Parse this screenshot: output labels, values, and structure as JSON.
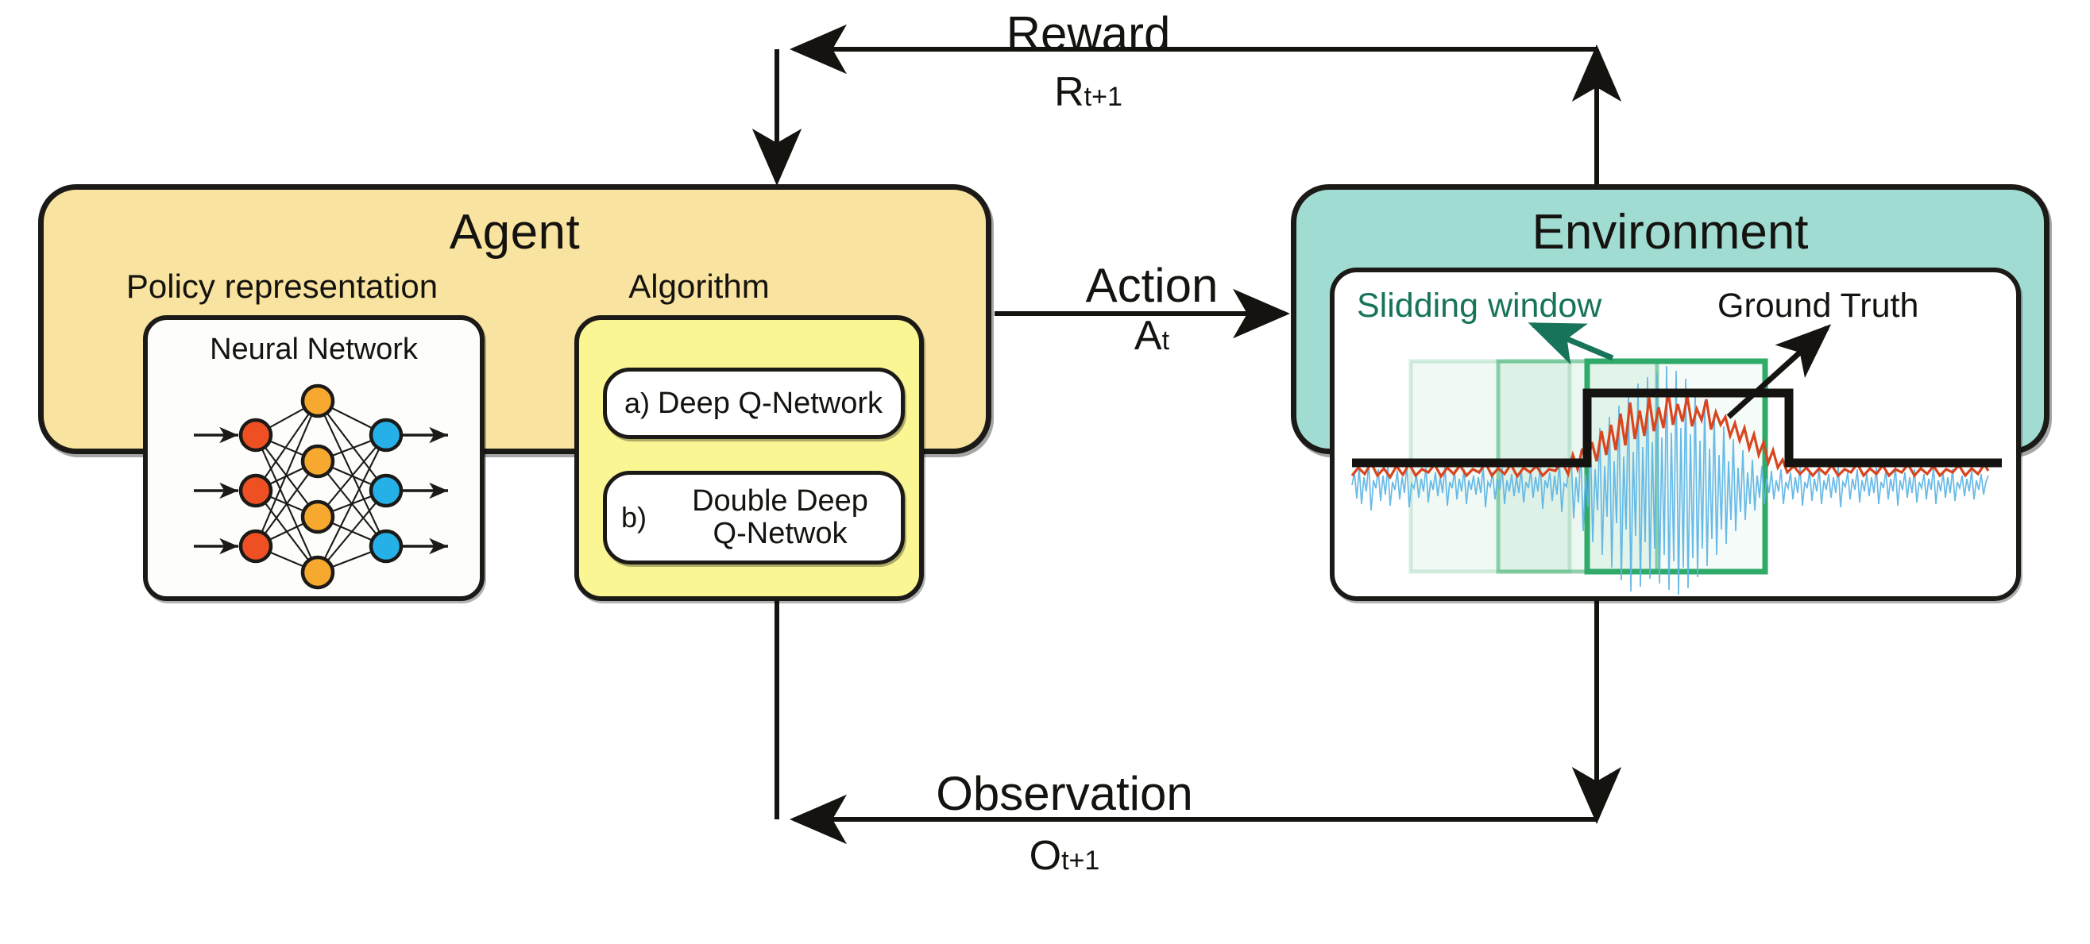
{
  "diagram": {
    "title": "Reinforcement learning agent-environment loop",
    "colors": {
      "agent_fill": "#f9e3a0",
      "algorithm_fill": "#fbf694",
      "environment_fill": "#a1dcd3",
      "panel_fill": "#ffffff",
      "outline": "#1c1a17",
      "sliding_window_green": "#3cae6e",
      "sliding_window_label_green": "#17735a",
      "signal_noise_blue": "#5bb4e5",
      "signal_envelope_red": "#d9451f",
      "ground_truth_black": "#15130f",
      "nn_input_node": "#ef5023",
      "nn_hidden_node": "#f7a82e",
      "nn_output_node": "#25b0e8"
    }
  },
  "agent": {
    "title": "Agent",
    "policy": {
      "section_label": "Policy representation",
      "panel_title": "Neural Network",
      "network": {
        "input_nodes": 3,
        "hidden_nodes": 4,
        "output_nodes": 3,
        "input_arrows": 3,
        "output_arrows": 3
      }
    },
    "algorithm": {
      "section_label": "Algorithm",
      "options": [
        {
          "marker": "a)",
          "label": "Deep Q-Network"
        },
        {
          "marker": "b)",
          "line1": "Double Deep",
          "line2": "Q-Netwok"
        }
      ]
    }
  },
  "environment": {
    "title": "Environment",
    "panel": {
      "sliding_window_label": "Slidding window",
      "ground_truth_label": "Ground Truth",
      "windows": [
        {
          "index": 1,
          "opacity": "lightest"
        },
        {
          "index": 2,
          "opacity": "medium"
        },
        {
          "index": 3,
          "opacity": "darkest"
        }
      ],
      "signals": [
        {
          "name": "noisy-signal",
          "color": "#5bb4e5"
        },
        {
          "name": "envelope-signal",
          "color": "#d9451f"
        },
        {
          "name": "ground-truth-step",
          "color": "#15130f"
        }
      ]
    }
  },
  "flows": {
    "reward": {
      "label": "Reward",
      "symbol": "R",
      "subscript": "t+1"
    },
    "observation": {
      "label": "Observation",
      "symbol": "O",
      "subscript": "t+1"
    },
    "action": {
      "label": "Action",
      "symbol": "A",
      "subscript": "t"
    }
  }
}
